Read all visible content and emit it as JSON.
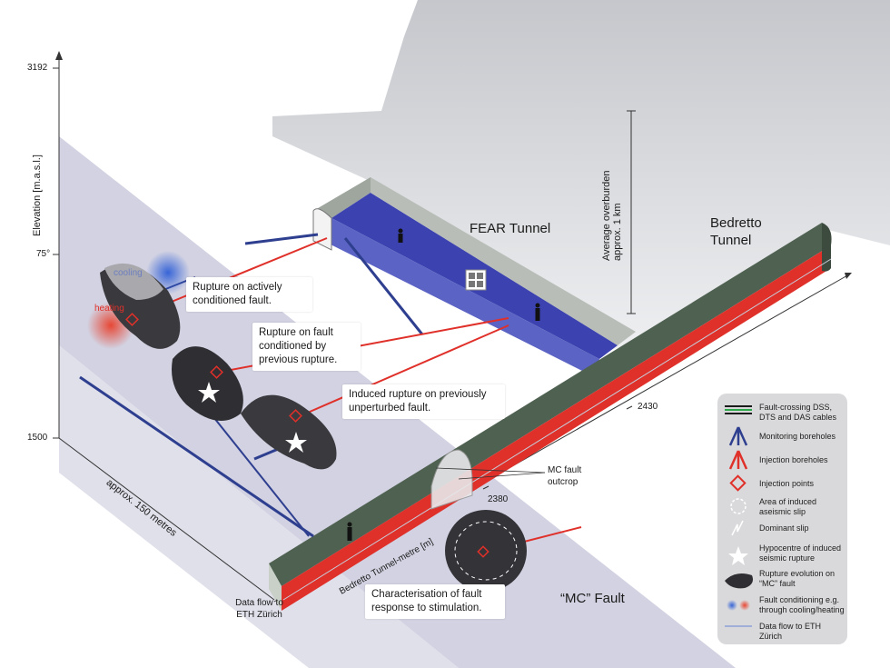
{
  "axis": {
    "elevation_label": "Elevation [m.a.s.l.]",
    "top_value": "3192",
    "mid_value": "1500",
    "angle_value": "75°",
    "width_label": "approx. 150 metres",
    "tunnel_metre_label": "Bedretto Tunnel-metre [m]",
    "tm_2430": "2430",
    "tm_2380": "2380"
  },
  "titles": {
    "fear_tunnel": "FEAR Tunnel",
    "bedretto_tunnel": "Bedretto Tunnel",
    "mc_fault": "“MC” Fault",
    "overburden": "Average overburden approx. 1 km",
    "mc_outcrop": "MC fault outcrop",
    "data_flow": "Data flow to ETH Zürich"
  },
  "conditioning": {
    "cooling": "cooling",
    "heating": "heating"
  },
  "callouts": {
    "c1": "Rupture on actively conditioned fault.",
    "c2": "Rupture on fault conditioned by previous rupture.",
    "c3": "Induced rupture on previously unperturbed fault.",
    "c4": "Characterisation of fault response to stimulation."
  },
  "legend": {
    "items": [
      "Fault-crossing DSS, DTS and DAS cables",
      "Monitoring boreholes",
      "Injection boreholes",
      "Injection points",
      "Area of induced aseismic slip",
      "Dominant slip",
      "Hypocentre of induced seismic rupture",
      "Rupture evolution on “MC” fault",
      "Fault conditioning e.g. through cooling/heating",
      "Data flow to ETH Zürich"
    ]
  },
  "colors": {
    "monitoring_blue": "#2e3f8f",
    "injection_red": "#e0302a",
    "tunnel_green": "#4f6151",
    "fear_blue": "#3c43b0",
    "fault_plane": "#c9c9dc"
  }
}
